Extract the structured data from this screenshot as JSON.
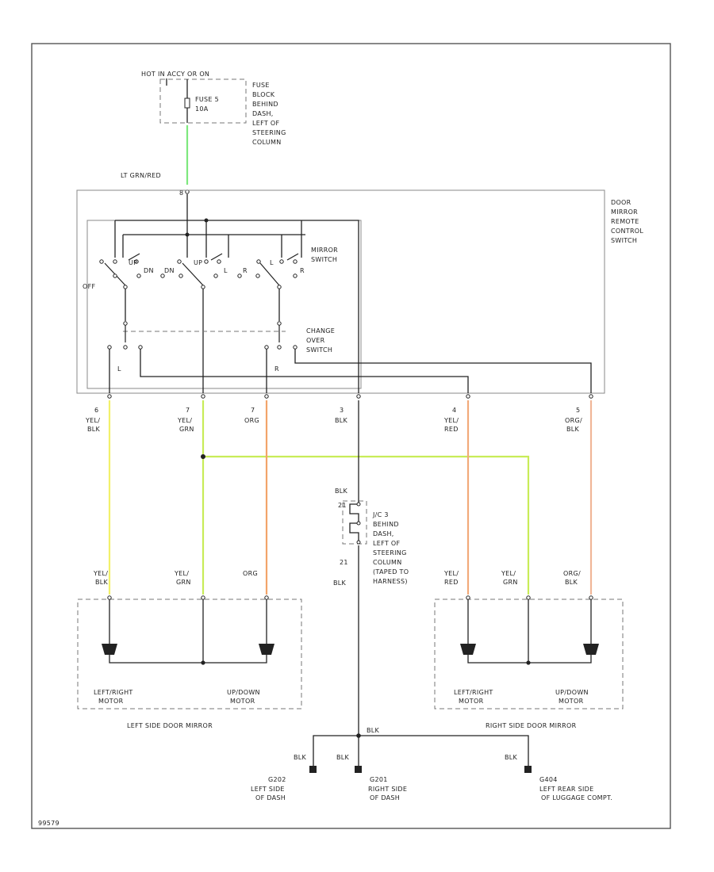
{
  "power": {
    "hot": "HOT IN ACCY OR ON",
    "fuse": "FUSE 5",
    "amps": "10A",
    "fuse_block": [
      "FUSE",
      "BLOCK",
      "BEHIND",
      "DASH,",
      "LEFT OF",
      "STEERING",
      "COLUMN"
    ]
  },
  "feed_wire": "LT GRN/RED",
  "feed_pin": "8",
  "control_switch": {
    "name": [
      "DOOR",
      "MIRROR",
      "REMOTE",
      "CONTROL",
      "SWITCH"
    ],
    "mirror_switch": [
      "MIRROR",
      "SWITCH"
    ],
    "off": "OFF",
    "change_over": [
      "CHANGE",
      "OVER",
      "SWITCH"
    ],
    "positions": {
      "up": "UP",
      "dn": "DN",
      "l": "L",
      "r": "R"
    }
  },
  "connector_pins": [
    {
      "pin": "6",
      "wire": [
        "YEL/",
        "BLK"
      ],
      "color": "#f2f06a"
    },
    {
      "pin": "7",
      "wire": [
        "YEL/",
        "GRN"
      ],
      "color": "#c8ec58"
    },
    {
      "pin": "7",
      "wire": [
        "ORG"
      ],
      "color": "#f2a46a"
    },
    {
      "pin": "3",
      "wire": [
        "BLK"
      ],
      "color": "#222222"
    },
    {
      "pin": "4",
      "wire": [
        "YEL/",
        "RED"
      ],
      "color": "#f2aa7a"
    },
    {
      "pin": "5",
      "wire": [
        "ORG/",
        "BLK"
      ],
      "color": "#f0b698"
    }
  ],
  "junction": {
    "wire_top": "BLK",
    "name": [
      "J/C 3",
      "BEHIND",
      "DASH,",
      "LEFT OF",
      "STEERING",
      "COLUMN",
      "(TAPED TO",
      "HARNESS)"
    ],
    "pin_in": "21",
    "pin_out": "21",
    "wire_bottom": "BLK"
  },
  "left_mirror": {
    "title": "LEFT SIDE DOOR MIRROR",
    "wires": [
      [
        "YEL/",
        "BLK"
      ],
      [
        "YEL/",
        "GRN"
      ],
      [
        "ORG"
      ]
    ],
    "motor_lr": [
      "LEFT/RIGHT",
      "MOTOR"
    ],
    "motor_ud": [
      "UP/DOWN",
      "MOTOR"
    ]
  },
  "right_mirror": {
    "title": "RIGHT SIDE DOOR MIRROR",
    "wires": [
      [
        "YEL/",
        "RED"
      ],
      [
        "YEL/",
        "GRN"
      ],
      [
        "ORG/",
        "BLK"
      ]
    ],
    "motor_lr": [
      "LEFT/RIGHT",
      "MOTOR"
    ],
    "motor_ud": [
      "UP/DOWN",
      "MOTOR"
    ]
  },
  "grounds": {
    "bus_wire": "BLK",
    "items": [
      {
        "wire": "BLK",
        "id": "G202",
        "loc": [
          "LEFT SIDE",
          "OF DASH"
        ]
      },
      {
        "wire": "BLK",
        "id": "G201",
        "loc": [
          "RIGHT SIDE",
          "OF DASH"
        ]
      },
      {
        "wire": "BLK",
        "id": "G404",
        "loc": [
          "LEFT REAR SIDE",
          "OF LUGGAGE COMPT."
        ]
      }
    ]
  },
  "footer": "99579",
  "colors": {
    "lt_grn_red": "#7ee87e",
    "yel_blk": "#f2f06a",
    "yel_grn": "#c8ec58",
    "org": "#f2a46a",
    "yel_red": "#f2aa7a",
    "org_blk": "#f0b698",
    "blk": "#222222"
  }
}
